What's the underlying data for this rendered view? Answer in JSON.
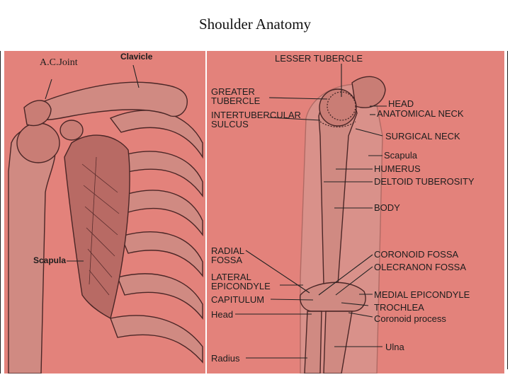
{
  "title": "Shoulder Anatomy",
  "colors": {
    "background": "#e3827b",
    "bone": "#c9786f",
    "line": "#3a2020"
  },
  "left_labels": {
    "ac_joint": "A.C.Joint",
    "clavicle": "Clavicle",
    "scapula": "Scapula"
  },
  "right_labels": {
    "lesser_tubercle": "LESSER TUBERCLE",
    "greater_tubercle_1": "GREATER",
    "greater_tubercle_2": "TUBERCLE",
    "intertubercular_1": "INTERTUBERCULAR",
    "intertubercular_2": "SULCUS",
    "head": "HEAD",
    "anatomical_neck": "ANATOMICAL NECK",
    "surgical_neck": "SURGICAL NECK",
    "scapula": "Scapula",
    "humerus": "HUMERUS",
    "deltoid_tuberosity": "DELTOID TUBEROSITY",
    "body": "BODY",
    "radial_fossa_1": "RADIAL",
    "radial_fossa_2": "FOSSA",
    "coronoid_fossa": "CORONOID FOSSA",
    "olecranon_fossa": "OLECRANON FOSSA",
    "lateral_epicondyle_1": "LATERAL",
    "lateral_epicondyle_2": "EPICONDYLE",
    "capitulum": "CAPITULUM",
    "medial_epicondyle": "MEDIAL EPICONDYLE",
    "trochlea": "TROCHLEA",
    "head_lower": "Head",
    "coronoid_process": "Coronoid process",
    "radius": "Radius",
    "ulna": "Ulna"
  }
}
